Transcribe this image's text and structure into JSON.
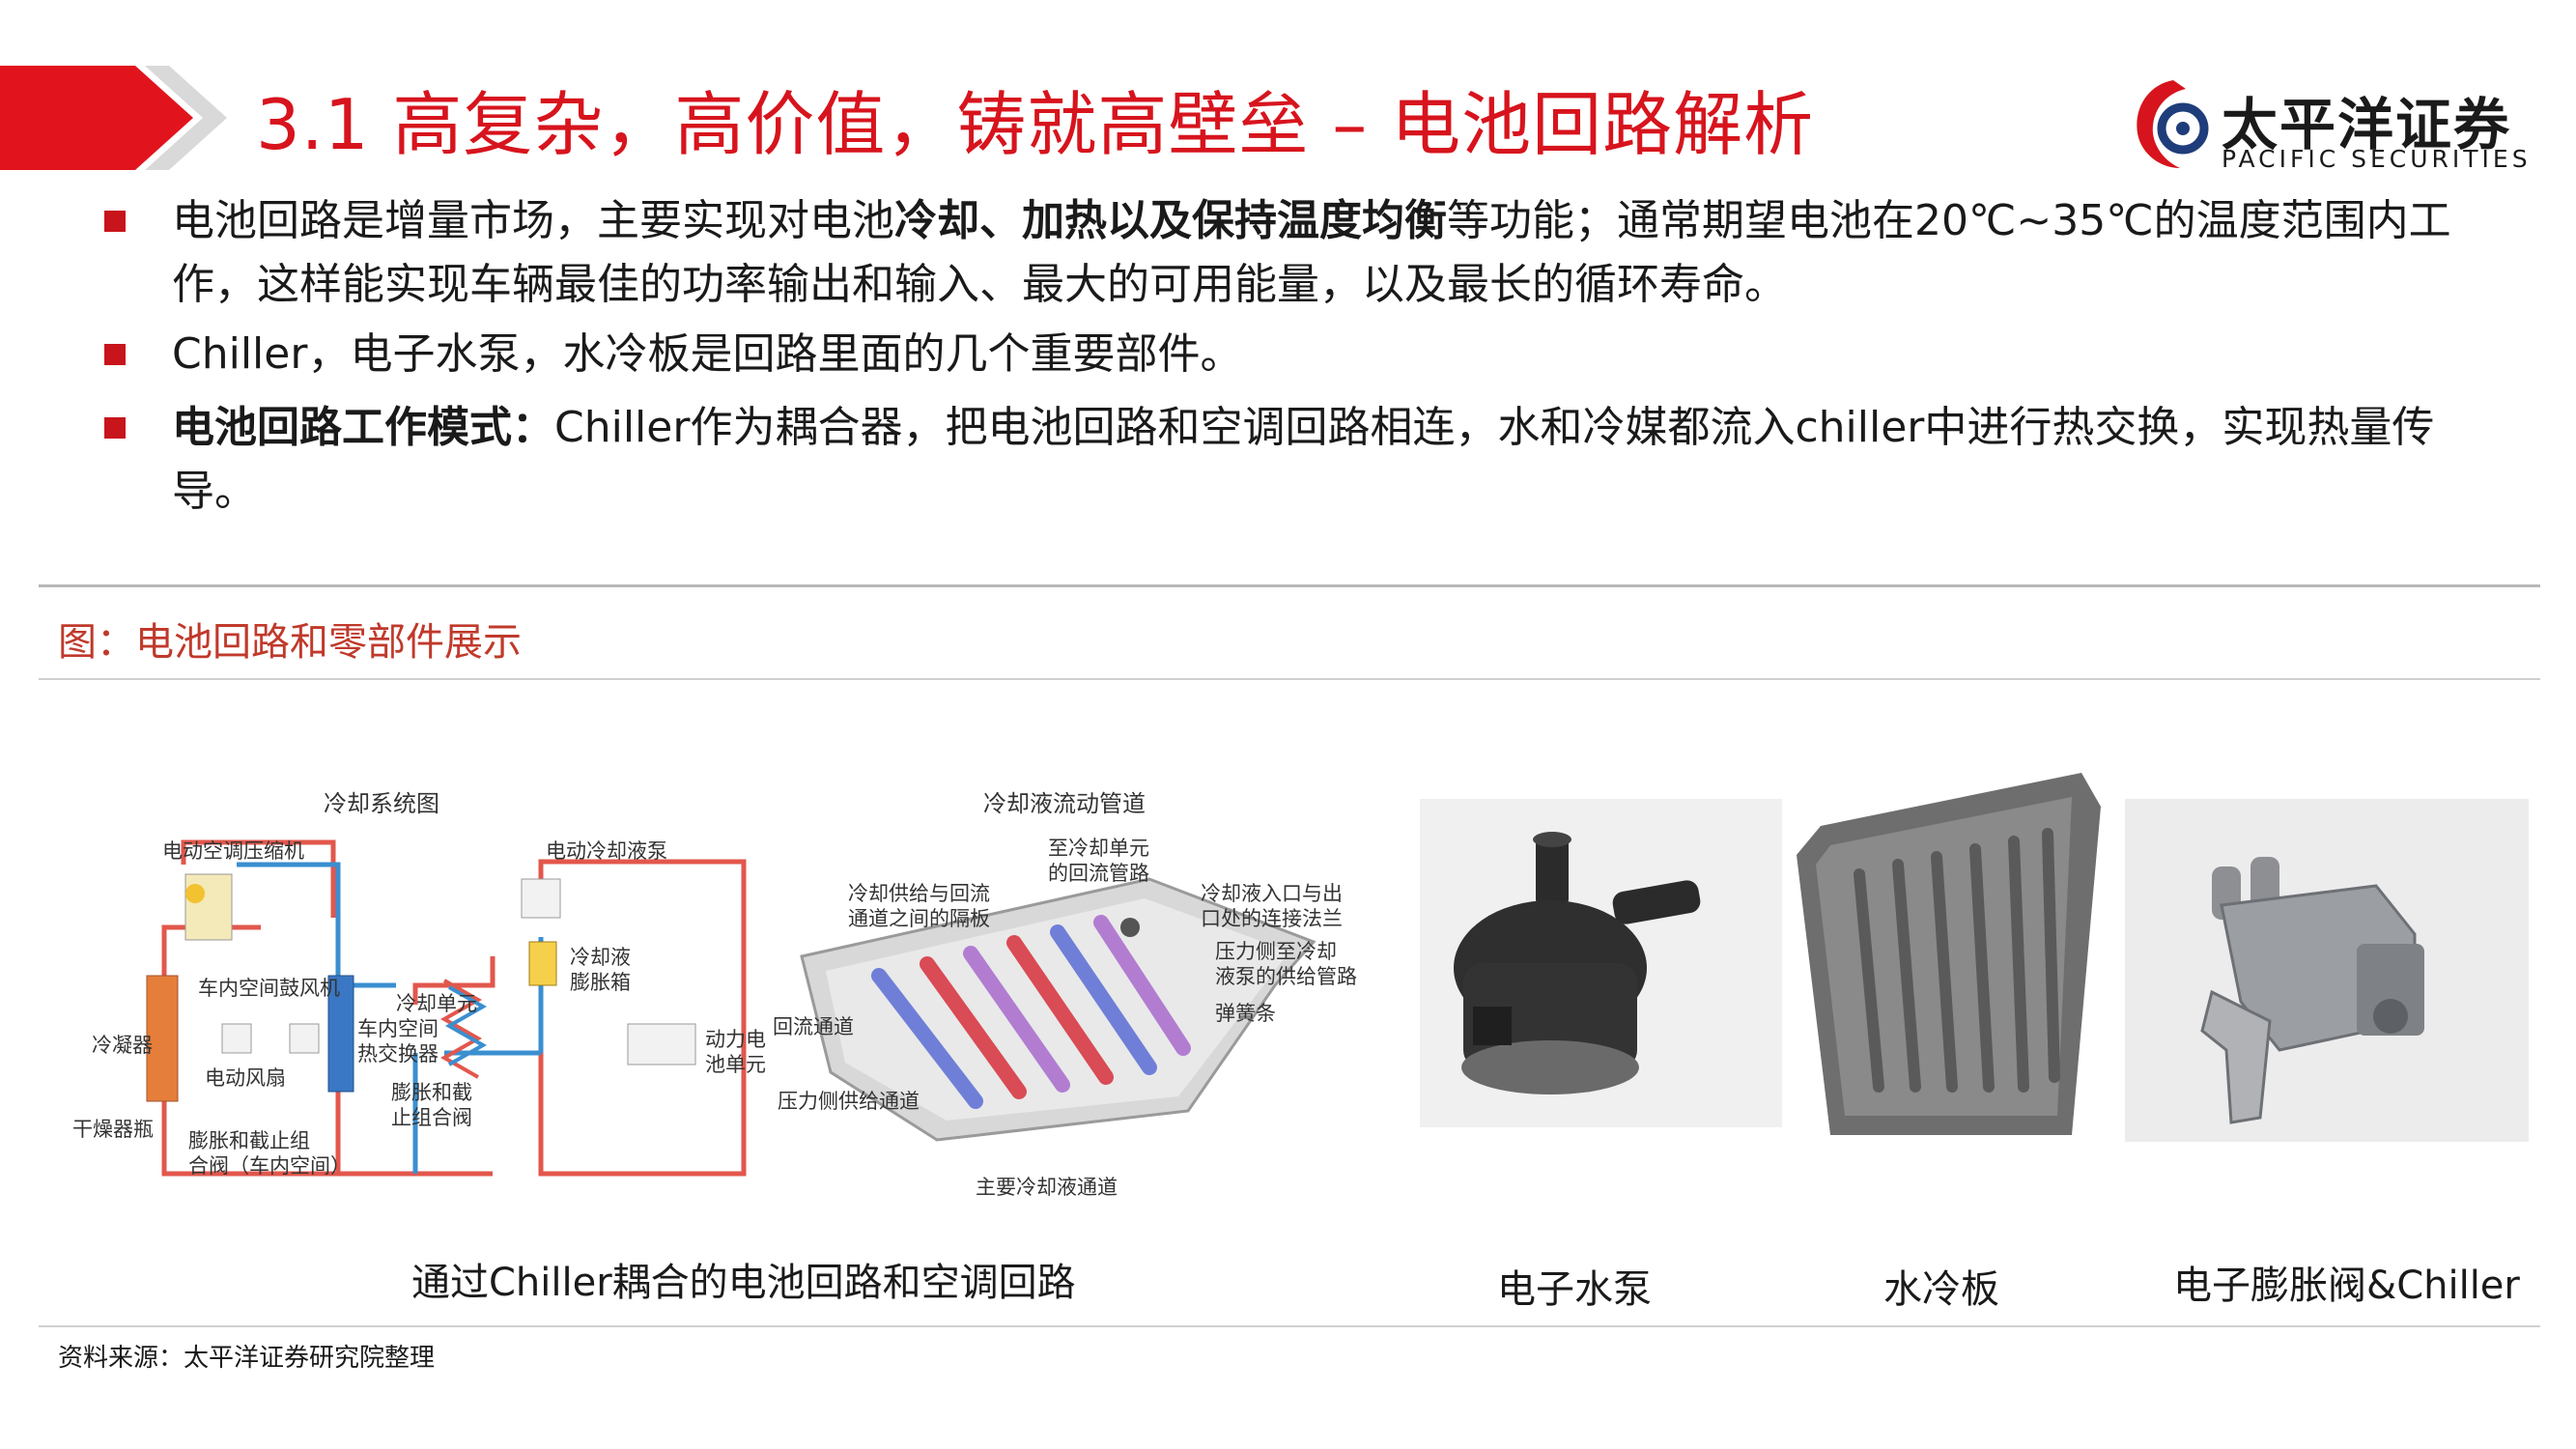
{
  "header": {
    "title": "3.1 高复杂，高价值，铸就高壁垒 – 电池回路解析",
    "logo_cn": "太平洋证券",
    "logo_en": "PACIFIC SECURITIES"
  },
  "bullets": [
    {
      "pre": "电池回路是增量市场，主要实现对电池",
      "bold": "冷却、加热以及保持温度均衡",
      "post": "等功能；通常期望电池在20℃~35℃的温度范围内工作，这样能实现车辆最佳的功率输出和输入、最大的可用能量，以及最长的循环寿命。"
    },
    {
      "pre": "Chiller，电子水泵，水冷板是回路里面的几个重要部件。",
      "bold": "",
      "post": ""
    },
    {
      "pre": "",
      "bold": "电池回路工作模式：",
      "post": "Chiller作为耦合器，把电池回路和空调回路相连，水和冷媒都流入chiller中进行热交换，实现热量传导。"
    }
  ],
  "figure": {
    "caption": "图：电池回路和零部件展示",
    "diagram1": {
      "title": "冷却系统图",
      "labels": {
        "compressor": "电动空调压缩机",
        "pump": "电动冷却液泵",
        "blower": "车内空间鼓风机",
        "condenser": "冷凝器",
        "fan": "电动风扇",
        "evaporator": "车内空间\n热交换器",
        "chiller": "冷却单元",
        "tank": "冷却液\n膨胀箱",
        "battery": "动力电\n池单元",
        "valve1": "膨胀和截\n止组合阀",
        "dryer": "干燥器瓶",
        "valve2": "膨胀和截止组\n合阀（车内空间）"
      }
    },
    "diagram2": {
      "title": "冷却液流动管道",
      "labels": {
        "partition": "冷却供给与回流\n通道之间的隔板",
        "return_pipe": "至冷却单元\n的回流管路",
        "flange": "冷却液入口与出\n口处的连接法兰",
        "supply_pipe": "压力侧至冷却\n液泵的供给管路",
        "spring": "弹簧条",
        "return_channel": "回流通道",
        "supply_channel": "压力侧供给通道",
        "main_channel": "主要冷却液通道"
      }
    },
    "captions": {
      "loop": "通过Chiller耦合的电池回路和空调回路",
      "pump": "电子水泵",
      "plate": "水冷板",
      "valve": "电子膨胀阀&Chiller"
    }
  },
  "source": "资料来源：太平洋证券研究院整理",
  "colors": {
    "accent": "#d7141d",
    "hot_pipe": "#e2574c",
    "cold_pipe": "#3a8fd0"
  }
}
